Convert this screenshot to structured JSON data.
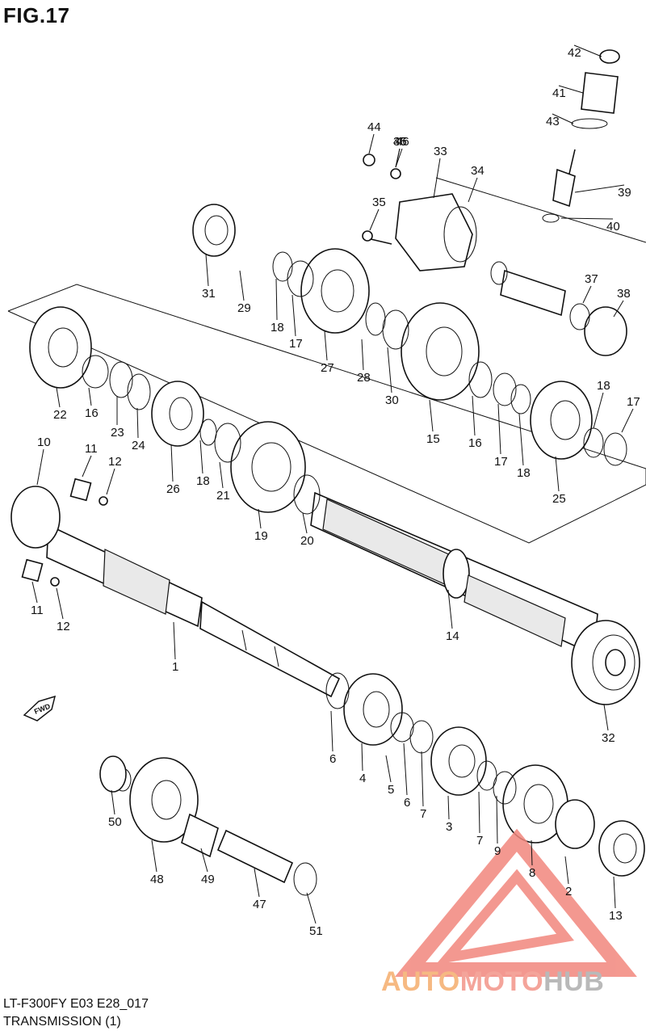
{
  "figure": {
    "title": "FIG.17",
    "model_code": "LT-F300FY E03 E28_017",
    "section": "TRANSMISSION (1)"
  },
  "direction_marker": {
    "label": "FWD",
    "icon": "fwd-arrow-icon"
  },
  "watermark": {
    "parts": [
      "AUTO",
      "MOTO",
      "HUB"
    ],
    "colors": {
      "auto": "#f6b982",
      "moto": "#f4a49a",
      "hub": "#b9b9b9",
      "logo": "#f2877d"
    }
  },
  "callouts": [
    "1",
    "2",
    "3",
    "4",
    "5",
    "6",
    "6",
    "7",
    "7",
    "8",
    "9",
    "10",
    "11",
    "11",
    "12",
    "12",
    "13",
    "14",
    "15",
    "16",
    "16",
    "17",
    "17",
    "17",
    "18",
    "18",
    "18",
    "18",
    "19",
    "20",
    "21",
    "22",
    "23",
    "24",
    "25",
    "26",
    "27",
    "28",
    "29",
    "30",
    "31",
    "32",
    "33",
    "34",
    "35",
    "36",
    "37",
    "38",
    "39",
    "40",
    "41",
    "42",
    "43",
    "44",
    "45",
    "46",
    "47",
    "48",
    "49",
    "50",
    "51"
  ]
}
